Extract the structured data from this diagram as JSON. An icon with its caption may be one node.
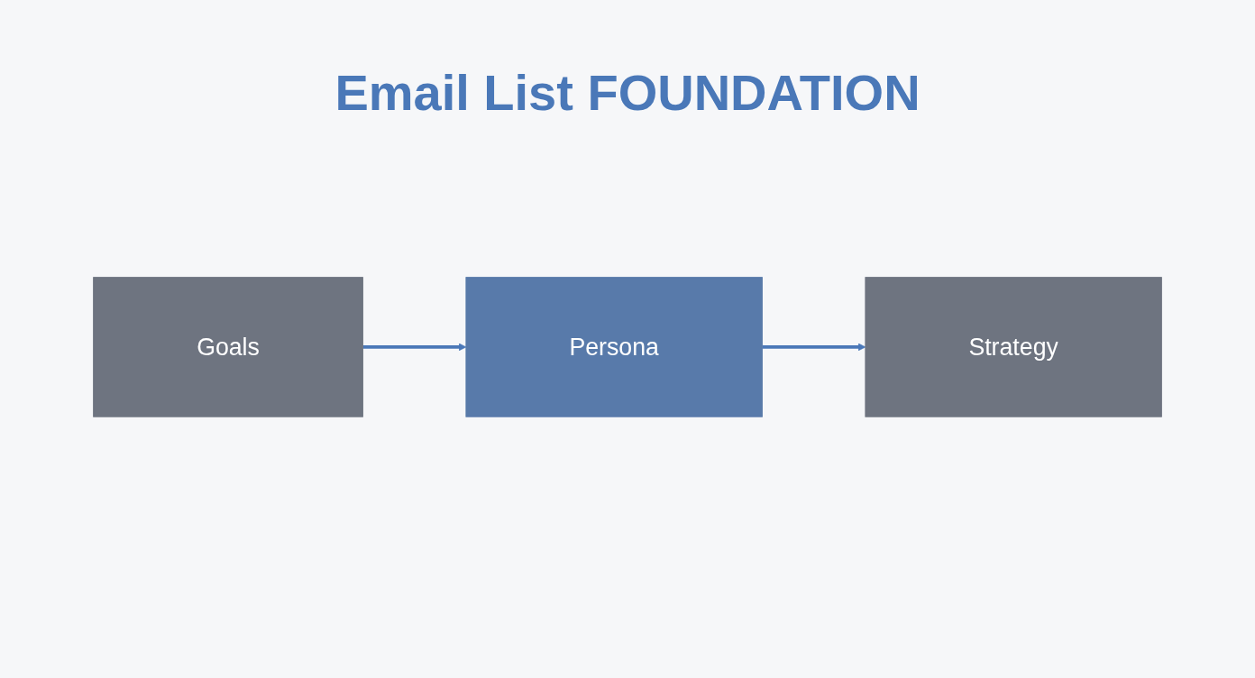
{
  "diagram": {
    "title": "Email List FOUNDATION",
    "nodes": [
      {
        "text": [
          "Goals"
        ]
      },
      {
        "text": [
          "Persona"
        ]
      },
      {
        "text": [
          "Strategy"
        ]
      }
    ],
    "edges": [
      {
        "from": 0,
        "to": 1,
        "arrow": "to"
      },
      {
        "from": 1,
        "to": 2,
        "arrow": "to"
      }
    ]
  }
}
